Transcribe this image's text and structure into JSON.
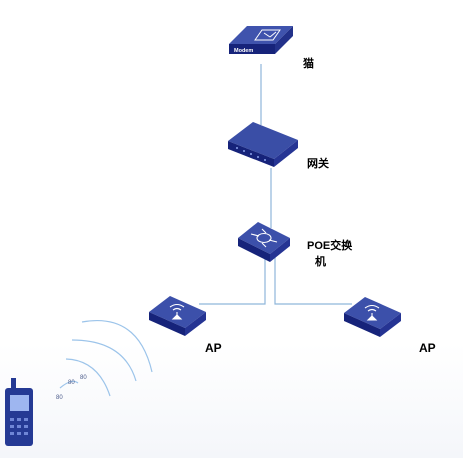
{
  "nodes": {
    "modem": {
      "label": "猫",
      "device_text": "Modem"
    },
    "gateway": {
      "label": "网关"
    },
    "poe_switch": {
      "label_line1": "POE交换",
      "label_line2": "机"
    },
    "ap_left": {
      "label": "AP"
    },
    "ap_right": {
      "label": "AP"
    }
  },
  "signal_labels": [
    "80",
    "80",
    "80"
  ],
  "colors": {
    "device_top": "#3c4fa8",
    "device_side": "#16237a",
    "device_face": "#2a3a92",
    "link": "#8fb6da",
    "wave": "#9cc4ea",
    "phone": "#253a94"
  }
}
